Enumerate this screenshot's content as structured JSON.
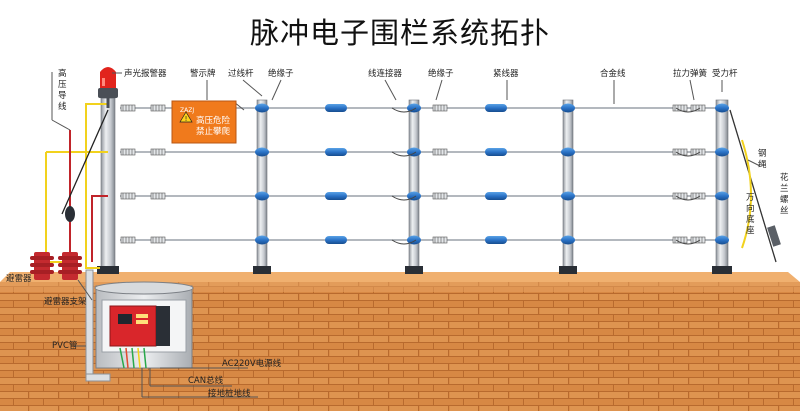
{
  "title": "脉冲电子围栏系统拓扑",
  "labels": {
    "high_voltage_lead": "高压导线",
    "alarm": "声光报警器",
    "warning_sign": "警示牌",
    "crossing_pole": "过线杆",
    "insulator_1": "绝缘子",
    "wire_connector": "线连接器",
    "insulator_2": "绝缘子",
    "tightener": "紧线器",
    "alloy_wire": "合金线",
    "tension_spring": "拉力弹簧",
    "force_pole": "受力杆",
    "steel_rope": "钢绳",
    "turnbuckle": "花兰螺丝",
    "universal_base": "万向底座",
    "arrester": "避雷器",
    "arrester_bracket": "避雷器支架",
    "pvc_pipe": "PVC管",
    "ac_line": "AC220V电源线",
    "can_line": "CAN总线",
    "ground_line": "接地桩地线"
  },
  "sign": {
    "brand": "ZAZJ",
    "line1": "高压危险",
    "line2": "禁止攀爬"
  },
  "colors": {
    "brick": "#d98a45",
    "brick_mortar": "#c9793a",
    "wall_top": "#e7a060",
    "pole": "#c8ccd2",
    "insulator": "#2b73c7",
    "sign_bg": "#f07a1c",
    "alarm_red": "#e1241c",
    "wire": "#9aa0a8",
    "lead_red": "#c0242a",
    "lead_yellow": "#f2d21d",
    "host_red": "#d9262b"
  }
}
